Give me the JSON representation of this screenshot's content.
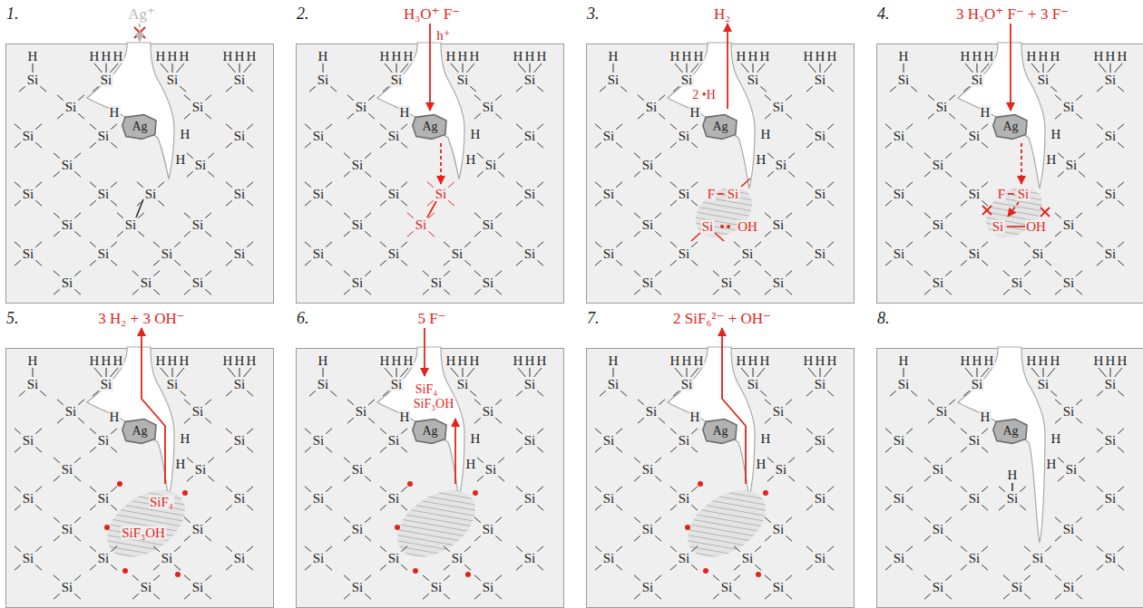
{
  "diagram": {
    "nodes": [
      {
        "text": [
          "1.",
          "Ag⁺",
          "H",
          "H",
          "H",
          "H",
          "H",
          "H",
          "H",
          "H",
          "H",
          "H",
          "Si",
          "Si",
          "Si",
          "Si",
          "H",
          "H",
          "H",
          "Si",
          "Si",
          "Si",
          "Si",
          "Si",
          "Si",
          "Si",
          "Si",
          "Si",
          "Si",
          "Si",
          "Si",
          "Si",
          "Si",
          "Si",
          "Si",
          "Si",
          "Si",
          "Si",
          "Si",
          "Si"
        ]
      },
      {
        "text": [
          "Ag"
        ],
        "in": 0
      },
      {
        "text": [
          "2.",
          "H₃O⁺ F⁻",
          "H",
          "H",
          "H",
          "H",
          "H",
          "H",
          "H",
          "H",
          "H",
          "H",
          "Si",
          "Si",
          "Si",
          "Si",
          "H",
          "H",
          "H",
          "Si",
          "Si",
          "Si",
          "Si",
          "Si",
          "Si",
          "Si",
          "Si",
          "Si",
          "Si",
          "Si",
          "Si",
          "Si",
          "Si",
          "Si",
          "Si",
          "Si",
          "Si",
          "Si",
          "h⁺",
          "Si",
          "Si"
        ]
      },
      {
        "text": [
          "Ag"
        ],
        "in": 2
      },
      {
        "text": [
          "3.",
          "H₂",
          "H",
          "H",
          "H",
          "H",
          "H",
          "H",
          "H",
          "H",
          "H",
          "H",
          "Si",
          "Si",
          "Si",
          "Si",
          "H",
          "H",
          "H",
          "Si",
          "Si",
          "Si",
          "Si",
          "Si",
          "Si",
          "Si",
          "Si",
          "Si",
          "Si",
          "Si",
          "Si",
          "Si",
          "Si",
          "Si",
          "Si",
          "Si",
          "Si",
          "Si",
          "2 •H",
          "F",
          "Si",
          "Si",
          "OH"
        ]
      },
      {
        "text": [
          "Ag"
        ],
        "in": 4
      },
      {
        "text": [
          "4.",
          "3 H₃O⁺ F⁻ + 3 F⁻",
          "H",
          "H",
          "H",
          "H",
          "H",
          "H",
          "H",
          "H",
          "H",
          "H",
          "Si",
          "Si",
          "Si",
          "Si",
          "H",
          "H",
          "H",
          "Si",
          "Si",
          "Si",
          "Si",
          "Si",
          "Si",
          "Si",
          "Si",
          "Si",
          "Si",
          "Si",
          "Si",
          "Si",
          "Si",
          "Si",
          "Si",
          "Si",
          "Si",
          "Si",
          "F",
          "Si",
          "Si",
          "OH"
        ]
      },
      {
        "text": [
          "Ag"
        ],
        "in": 6
      },
      {
        "text": [
          "5.",
          "3 H₂ + 3 OH⁻",
          "H",
          "H",
          "H",
          "H",
          "H",
          "H",
          "H",
          "H",
          "H",
          "H",
          "Si",
          "Si",
          "Si",
          "Si",
          "H",
          "H",
          "H",
          "Si",
          "Si",
          "Si",
          "Si",
          "Si",
          "Si",
          "Si",
          "Si",
          "Si",
          "Si",
          "Si",
          "Si",
          "Si",
          "Si",
          "Si",
          "Si",
          "Si",
          "Si",
          "Si",
          "SiF₄",
          "SiF₃OH"
        ]
      },
      {
        "text": [
          "Ag"
        ],
        "in": 8
      },
      {
        "text": [
          "6.",
          "5 F⁻",
          "H",
          "H",
          "H",
          "H",
          "H",
          "H",
          "H",
          "H",
          "H",
          "H",
          "Si",
          "Si",
          "Si",
          "Si",
          "H",
          "H",
          "H",
          "Si",
          "Si",
          "Si",
          "Si",
          "Si",
          "Si",
          "Si",
          "Si",
          "Si",
          "Si",
          "Si",
          "Si",
          "Si",
          "Si",
          "Si",
          "Si",
          "Si",
          "Si",
          "Si",
          "SiF₄",
          "SiF₃OH"
        ]
      },
      {
        "text": [
          "Ag"
        ],
        "in": 10
      },
      {
        "text": [
          "7.",
          "2 SiF₆²⁻ + OH⁻",
          "H",
          "H",
          "H",
          "H",
          "H",
          "H",
          "H",
          "H",
          "H",
          "H",
          "Si",
          "Si",
          "Si",
          "Si",
          "H",
          "H",
          "H",
          "Si",
          "Si",
          "Si",
          "Si",
          "Si",
          "Si",
          "Si",
          "Si",
          "Si",
          "Si",
          "Si",
          "Si",
          "Si",
          "Si",
          "Si",
          "Si",
          "Si",
          "Si",
          "Si"
        ]
      },
      {
        "text": [
          "Ag"
        ],
        "in": 12
      },
      {
        "text": [
          "8.",
          "H",
          "H",
          "H",
          "H",
          "H",
          "H",
          "H",
          "H",
          "H",
          "H",
          "Si",
          "Si",
          "Si",
          "Si",
          "H",
          "H",
          "H",
          "Si",
          "Si",
          "Si",
          "Si",
          "Si",
          "Si",
          "Si",
          "Si",
          "Si",
          "Si",
          "Si",
          "Si",
          "Si",
          "Si",
          "Si",
          "Si",
          "Si",
          "Si",
          "Si",
          "H",
          "Si"
        ]
      },
      {
        "text": [
          "Ag"
        ],
        "in": 14
      }
    ]
  }
}
